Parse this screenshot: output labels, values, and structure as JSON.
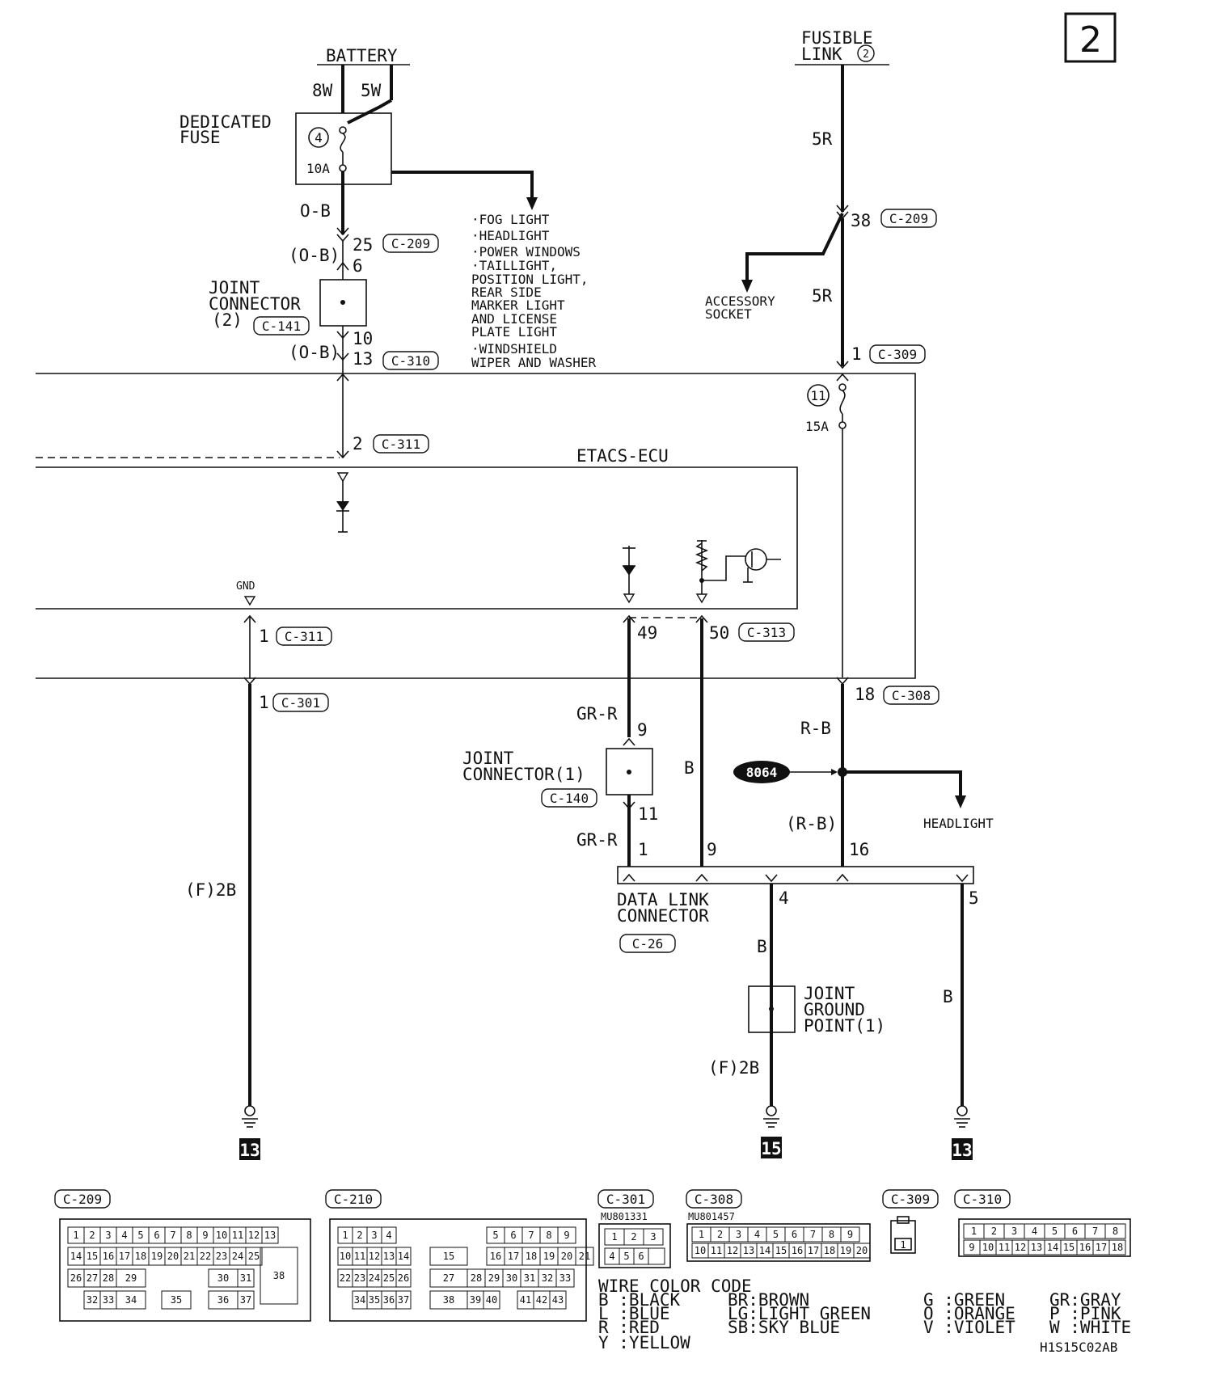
{
  "page_number": "2",
  "labels": {
    "battery": "BATTERY",
    "fusible_link_l1": "FUSIBLE",
    "fusible_link_l2": "LINK",
    "fusible_link_num": "2",
    "dedicated_fuse_l1": "DEDICATED",
    "dedicated_fuse_l2": "FUSE",
    "fuse4_num": "4",
    "fuse4_amp": "10A",
    "fuse11_num": "11",
    "fuse11_amp": "15A",
    "w8w": "8W",
    "w5w": "5W",
    "w5r_a": "5R",
    "w5r_b": "5R",
    "w_ob1": "O-B",
    "w_ob2": "(O-B)",
    "w_ob3": "(O-B)",
    "w_grr1": "GR-R",
    "w_grr2": "GR-R",
    "w_b_mid": "B",
    "w_rb": "R-B",
    "w_rb2": "(R-B)",
    "w_b_dlc4": "B",
    "w_b_dlc5": "B",
    "w_f2b_1": "(F)2B",
    "w_f2b_2": "(F)2B",
    "jc2_l1": "JOINT",
    "jc2_l2": "CONNECTOR",
    "jc2_l3": "(2)",
    "jc1_l1": "JOINT",
    "jc1_l2": "CONNECTOR(1)",
    "etacs": "ETACS-ECU",
    "gnd": "GND",
    "accessory_l1": "ACCESSORY",
    "accessory_l2": "SOCKET",
    "headlight": "HEADLIGHT",
    "dlc_l1": "DATA LINK",
    "dlc_l2": "CONNECTOR",
    "jgp_l1": "JOINT",
    "jgp_l2": "GROUND",
    "jgp_l3": "POINT(1)",
    "splice": "8064",
    "ground_13a": "13",
    "ground_15": "15",
    "ground_13b": "13",
    "diagram_id": "H1S15C02AB"
  },
  "loads_list": [
    "·FOG LIGHT",
    "·HEADLIGHT",
    "·POWER WINDOWS",
    "·TAILLIGHT,",
    " POSITION LIGHT,",
    " REAR SIDE",
    " MARKER LIGHT",
    " AND LICENSE",
    " PLATE LIGHT",
    "·WINDSHIELD",
    " WIPER AND WASHER"
  ],
  "pins": {
    "p25": "25",
    "p6": "6",
    "p10": "10",
    "p13": "13",
    "p2": "2",
    "p38": "38",
    "p1_309": "1",
    "p18": "18",
    "p1_311": "1",
    "p1_301": "1",
    "p49": "49",
    "p50": "50",
    "p9_jc": "9",
    "p11_jc": "11",
    "p1_dlc": "1",
    "p9_dlc": "9",
    "p16_dlc": "16",
    "p4_dlc": "4",
    "p5_dlc": "5"
  },
  "connectors": {
    "c209_a": "C-209",
    "c209_b": "C-209",
    "c141": "C-141",
    "c310": "C-310",
    "c311_a": "C-311",
    "c309": "C-309",
    "c311_b": "C-311",
    "c301": "C-301",
    "c313": "C-313",
    "c308": "C-308",
    "c140": "C-140",
    "c26": "C-26"
  },
  "connector_views": {
    "c209": "C-209",
    "c210": "C-210",
    "c301": "C-301",
    "c301_part": "MU801331",
    "c308": "C-308",
    "c308_part": "MU801457",
    "c309": "C-309",
    "c310": "C-310"
  },
  "c209_pins": {
    "r1": [
      "1",
      "2",
      "3",
      "4",
      "5",
      "6",
      "7",
      "8",
      "9",
      "10",
      "11",
      "12",
      "13"
    ],
    "r2": [
      "14",
      "15",
      "16",
      "17",
      "18",
      "19",
      "20",
      "21",
      "22",
      "23",
      "24",
      "25"
    ],
    "r3": [
      "26",
      "27",
      "28",
      "29",
      "30",
      "31"
    ],
    "r4": [
      "32",
      "33",
      "34",
      "35",
      "36",
      "37"
    ],
    "big": "38"
  },
  "c210_pins": {
    "r1": [
      "1",
      "2",
      "3",
      "4",
      "5",
      "6",
      "7",
      "8",
      "9"
    ],
    "r2": [
      "10",
      "11",
      "12",
      "13",
      "14",
      "15",
      "16",
      "17",
      "18",
      "19",
      "20",
      "21"
    ],
    "r3": [
      "22",
      "23",
      "24",
      "25",
      "26",
      "27",
      "28",
      "29",
      "30",
      "31",
      "32",
      "33"
    ],
    "r4": [
      "34",
      "35",
      "36",
      "37",
      "38",
      "39",
      "40",
      "41",
      "42",
      "43"
    ]
  },
  "c301_pins": [
    "1",
    "2",
    "3",
    "4",
    "5",
    "6"
  ],
  "c308_pins": {
    "r1": [
      "1",
      "2",
      "3",
      "4",
      "5",
      "6",
      "7",
      "8",
      "9"
    ],
    "r2": [
      "10",
      "11",
      "12",
      "13",
      "14",
      "15",
      "16",
      "17",
      "18",
      "19",
      "20"
    ]
  },
  "c309_pins": [
    "1"
  ],
  "c310_pins": {
    "r1": [
      "1",
      "2",
      "3",
      "4",
      "5",
      "6",
      "7",
      "8"
    ],
    "r2": [
      "9",
      "10",
      "11",
      "12",
      "13",
      "14",
      "15",
      "16",
      "17",
      "18"
    ]
  },
  "wire_color_code": {
    "title": "WIRE COLOR CODE",
    "entries": [
      "B :BLACK",
      "L :BLUE",
      "R :RED",
      "Y :YELLOW",
      "BR:BROWN",
      "LG:LIGHT GREEN",
      "SB:SKY BLUE",
      "G :GREEN",
      "O :ORANGE",
      "V :VIOLET",
      "GR:GRAY",
      "P :PINK",
      "W :WHITE"
    ]
  }
}
